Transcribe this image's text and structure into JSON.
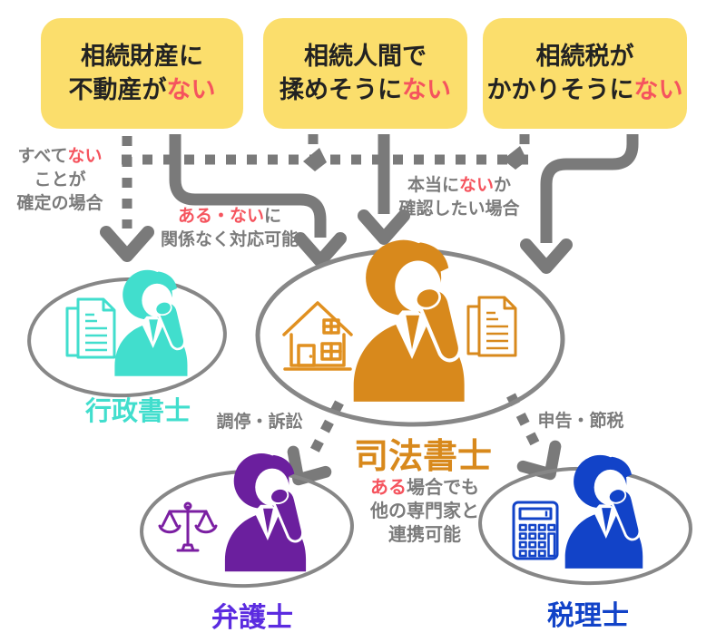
{
  "colors": {
    "box_fill": "#FBDE6C",
    "highlight_red": "#F5545E",
    "heading_black": "#222222",
    "gray_text": "#7B7B7B",
    "connector_gray": "#7A7A7A",
    "ellipse_gray": "#878787",
    "administrative_teal": "#41DECD",
    "judicial_orange": "#D8891C",
    "lawyer_purple": "#6B1F9E",
    "lawyer_label_violet": "#5B2BE0",
    "tax_blue": "#1243C8"
  },
  "boxes": [
    {
      "line1": "相続財産に",
      "line2": "不動産が",
      "line2_highlight": "ない"
    },
    {
      "line1": "相続人間で",
      "line2": "揉めそうに",
      "line2_highlight": "ない"
    },
    {
      "line1": "相続税が",
      "line2": "かかりそうに",
      "line2_highlight": "ない"
    }
  ],
  "annotations": {
    "left_note": {
      "part1": "すべて",
      "highlight": "ない",
      "line2": "ことが",
      "line3": "確定の場合"
    },
    "center_left_note": {
      "highlight": "ある・ない",
      "part1": "に",
      "line2": "関係なく対応可能"
    },
    "center_right_note": {
      "part1": "本当に",
      "highlight": "ない",
      "part2": "か",
      "line2": "確認したい場合"
    },
    "mediation_label": "調停・訴訟",
    "tax_filing_label": "申告・節税",
    "cooperation_note": {
      "highlight": "ある",
      "part1": "場合でも",
      "line2": "他の専門家と",
      "line3": "連携可能"
    }
  },
  "professionals": {
    "administrative_scrivener": {
      "label": "行政書士",
      "color": "#41DECD",
      "icon": "documents-icon"
    },
    "judicial_scrivener": {
      "label": "司法書士",
      "color": "#D8891C",
      "icons": [
        "house-icon",
        "documents-icon"
      ]
    },
    "lawyer": {
      "label": "弁護士",
      "label_color": "#5B2BE0",
      "person_color": "#6B1F9E",
      "icon": "scales-icon"
    },
    "tax_accountant": {
      "label": "税理士",
      "color": "#1243C8",
      "icon": "calculator-icon"
    }
  }
}
